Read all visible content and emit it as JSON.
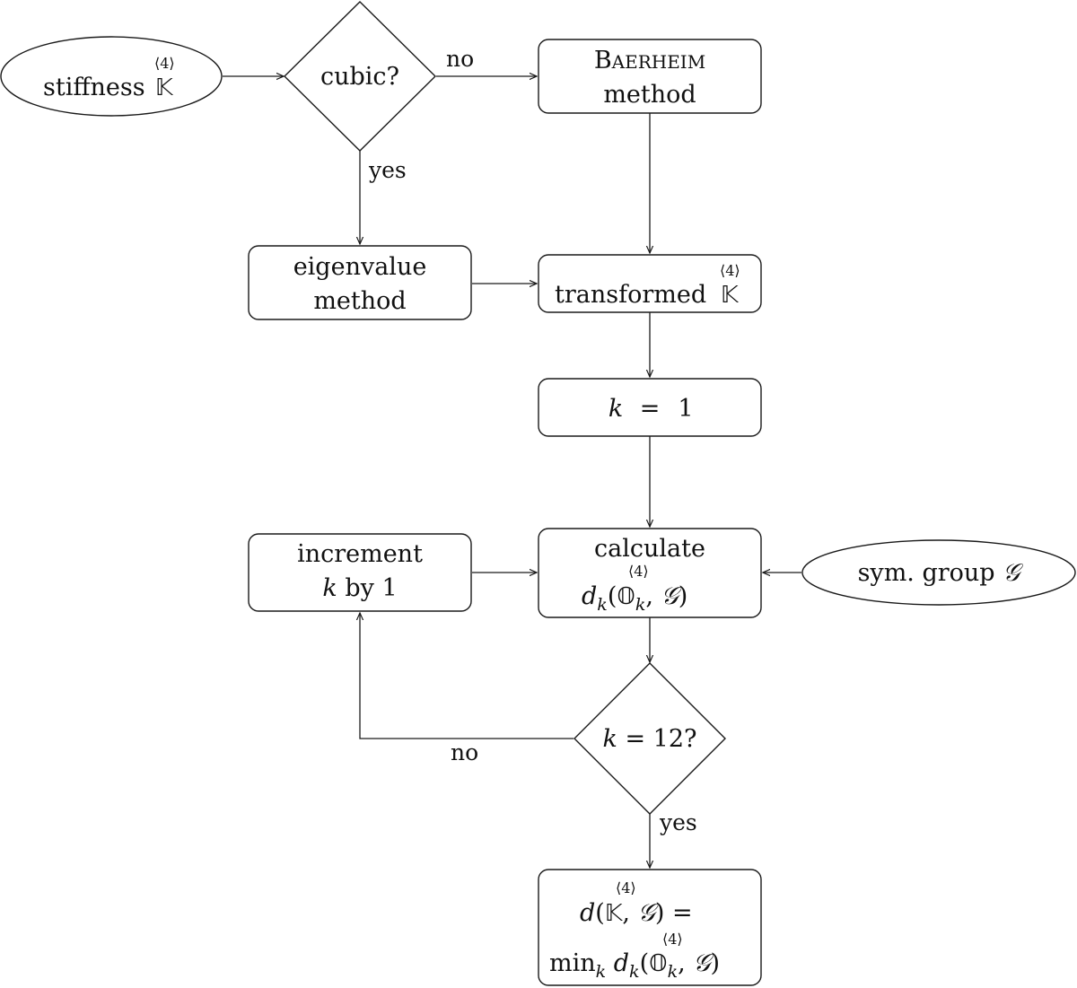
{
  "nodes": {
    "stiffness": {
      "label": "stiffness",
      "symbol": "𝕂",
      "order": "⟨4⟩"
    },
    "cubic": {
      "label": "cubic?"
    },
    "baerheim": {
      "name_first": "B",
      "name_rest": "aerheim",
      "line2": "method"
    },
    "eigenvalue": {
      "line1": "eigenvalue",
      "line2": "method"
    },
    "transformed": {
      "label": "transformed",
      "symbol": "𝕂",
      "order": "⟨4⟩"
    },
    "k_init": {
      "var": "k",
      "eq": "=",
      "value": "1"
    },
    "calculate": {
      "line1": "calculate",
      "d": "d",
      "k": "k",
      "open": "(",
      "symbol": "𝕆",
      "order": "⟨4⟩",
      "comma": ",",
      "group": "𝒢",
      "close": ")"
    },
    "increment": {
      "line1": "increment",
      "var": "k",
      "rest": "by 1"
    },
    "sym_group": {
      "label": "sym. group",
      "group": "𝒢"
    },
    "k_check": {
      "var": "k",
      "rest": "= 12?"
    },
    "result": {
      "d": "d",
      "open": "(",
      "symbol_k": "𝕂",
      "order": "⟨4⟩",
      "comma": ",",
      "group": "𝒢",
      "close": ")",
      "eq": "=",
      "min": "min",
      "k": "k",
      "symbol_o": "𝕆"
    }
  },
  "edges": {
    "cubic_no": "no",
    "cubic_yes": "yes",
    "check_no": "no",
    "check_yes": "yes"
  }
}
